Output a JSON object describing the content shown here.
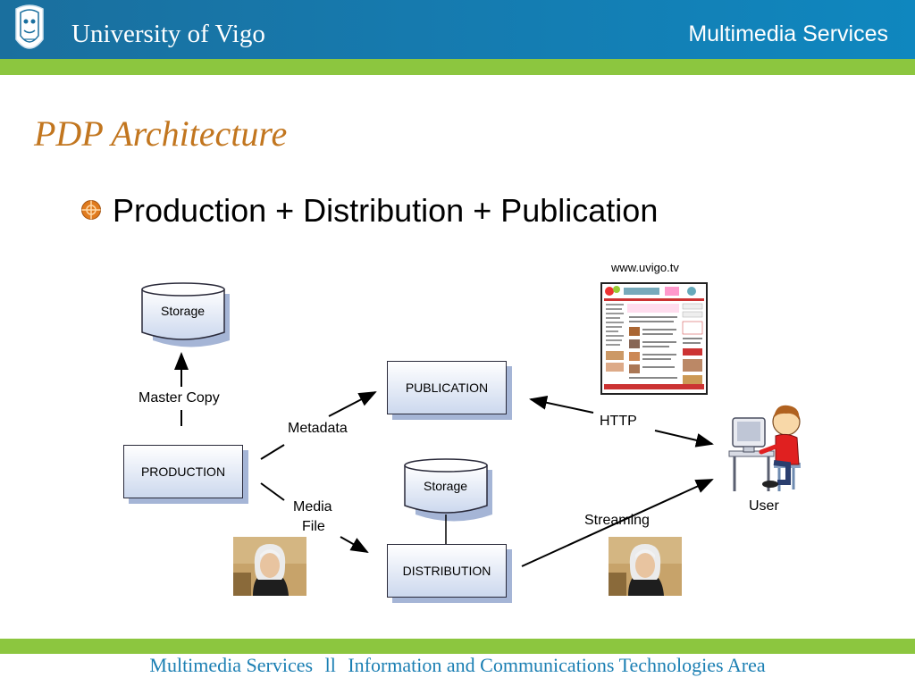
{
  "header": {
    "university": "University of Vigo",
    "service": "Multimedia Services"
  },
  "slide": {
    "title": "PDP Architecture",
    "bullet": "Production + Distribution + Publication"
  },
  "diagram": {
    "storage_top": "Storage",
    "storage_mid": "Storage",
    "master_copy": "Master Copy",
    "production": "PRODUCTION",
    "publication": "PUBLICATION",
    "distribution": "DISTRIBUTION",
    "metadata": "Metadata",
    "media_file_line1": "Media",
    "media_file_line2": "File",
    "http": "HTTP",
    "streaming": "Streaming",
    "user": "User",
    "website": "www.uvigo.tv"
  },
  "footer": {
    "left": "Multimedia Services",
    "separator": "ll",
    "right": "Information and Communications Technologies Area"
  },
  "colors": {
    "header_blue": "#167aae",
    "accent_green": "#8cc63f",
    "title_orange": "#c2761f",
    "footer_blue": "#1b7fb3"
  }
}
